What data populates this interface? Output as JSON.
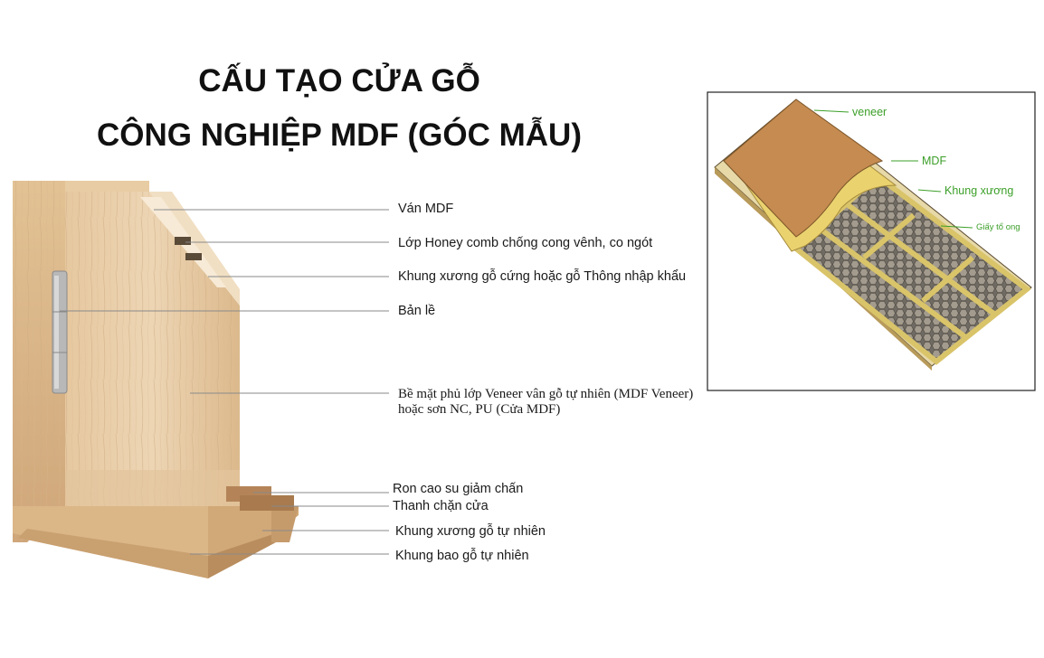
{
  "title": {
    "line1": "CẤU TẠO CỬA GỖ",
    "line2": "CÔNG NGHIỆP MDF (GÓC MẪU)"
  },
  "left_labels": [
    {
      "text": "Ván MDF"
    },
    {
      "text": "Lớp Honey comb chống cong vênh, co ngót"
    },
    {
      "text": "Khung xương gỗ cứng hoặc gỗ Thông nhập khẩu"
    },
    {
      "text": "Bản lề"
    },
    {
      "text": "Bề mặt phủ lớp Veneer vân gỗ tự nhiên (MDF Veneer)",
      "text2": "hoặc sơn NC, PU (Cửa MDF)"
    },
    {
      "text": "Ron cao su giảm chấn"
    },
    {
      "text": "Thanh chặn cửa"
    },
    {
      "text": "Khung xương gỗ tự nhiên"
    },
    {
      "text": "Khung bao gỗ tự nhiên"
    }
  ],
  "right_labels": [
    {
      "text": "veneer"
    },
    {
      "text": "MDF"
    },
    {
      "text": "Khung xương"
    },
    {
      "text": "Giấy tổ ong"
    }
  ],
  "colors": {
    "wood_light": "#e9cfa8",
    "wood_mid": "#d9b283",
    "wood_dark": "#c49868",
    "veneer_brown": "#c48a52",
    "mdf_yellow": "#e8cf6a",
    "label_green": "#3b9f28"
  }
}
